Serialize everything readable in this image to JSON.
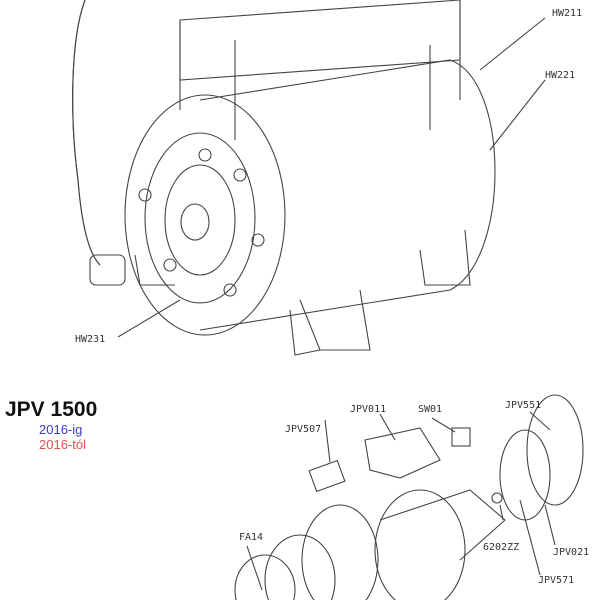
{
  "tank_diagram": {
    "labels": [
      "HW211",
      "HW221",
      "HW231"
    ]
  },
  "pump_diagram": {
    "title": "JPV 1500",
    "legend": [
      {
        "text": "2016-ig",
        "color": "#3a3ac8"
      },
      {
        "text": "2016-tól",
        "color": "#e05050"
      }
    ],
    "labels": [
      "JPV011",
      "SW01",
      "JPV551",
      "JPV507",
      "6202ZZ",
      "JPV021",
      "JPV571",
      "FA14"
    ]
  }
}
